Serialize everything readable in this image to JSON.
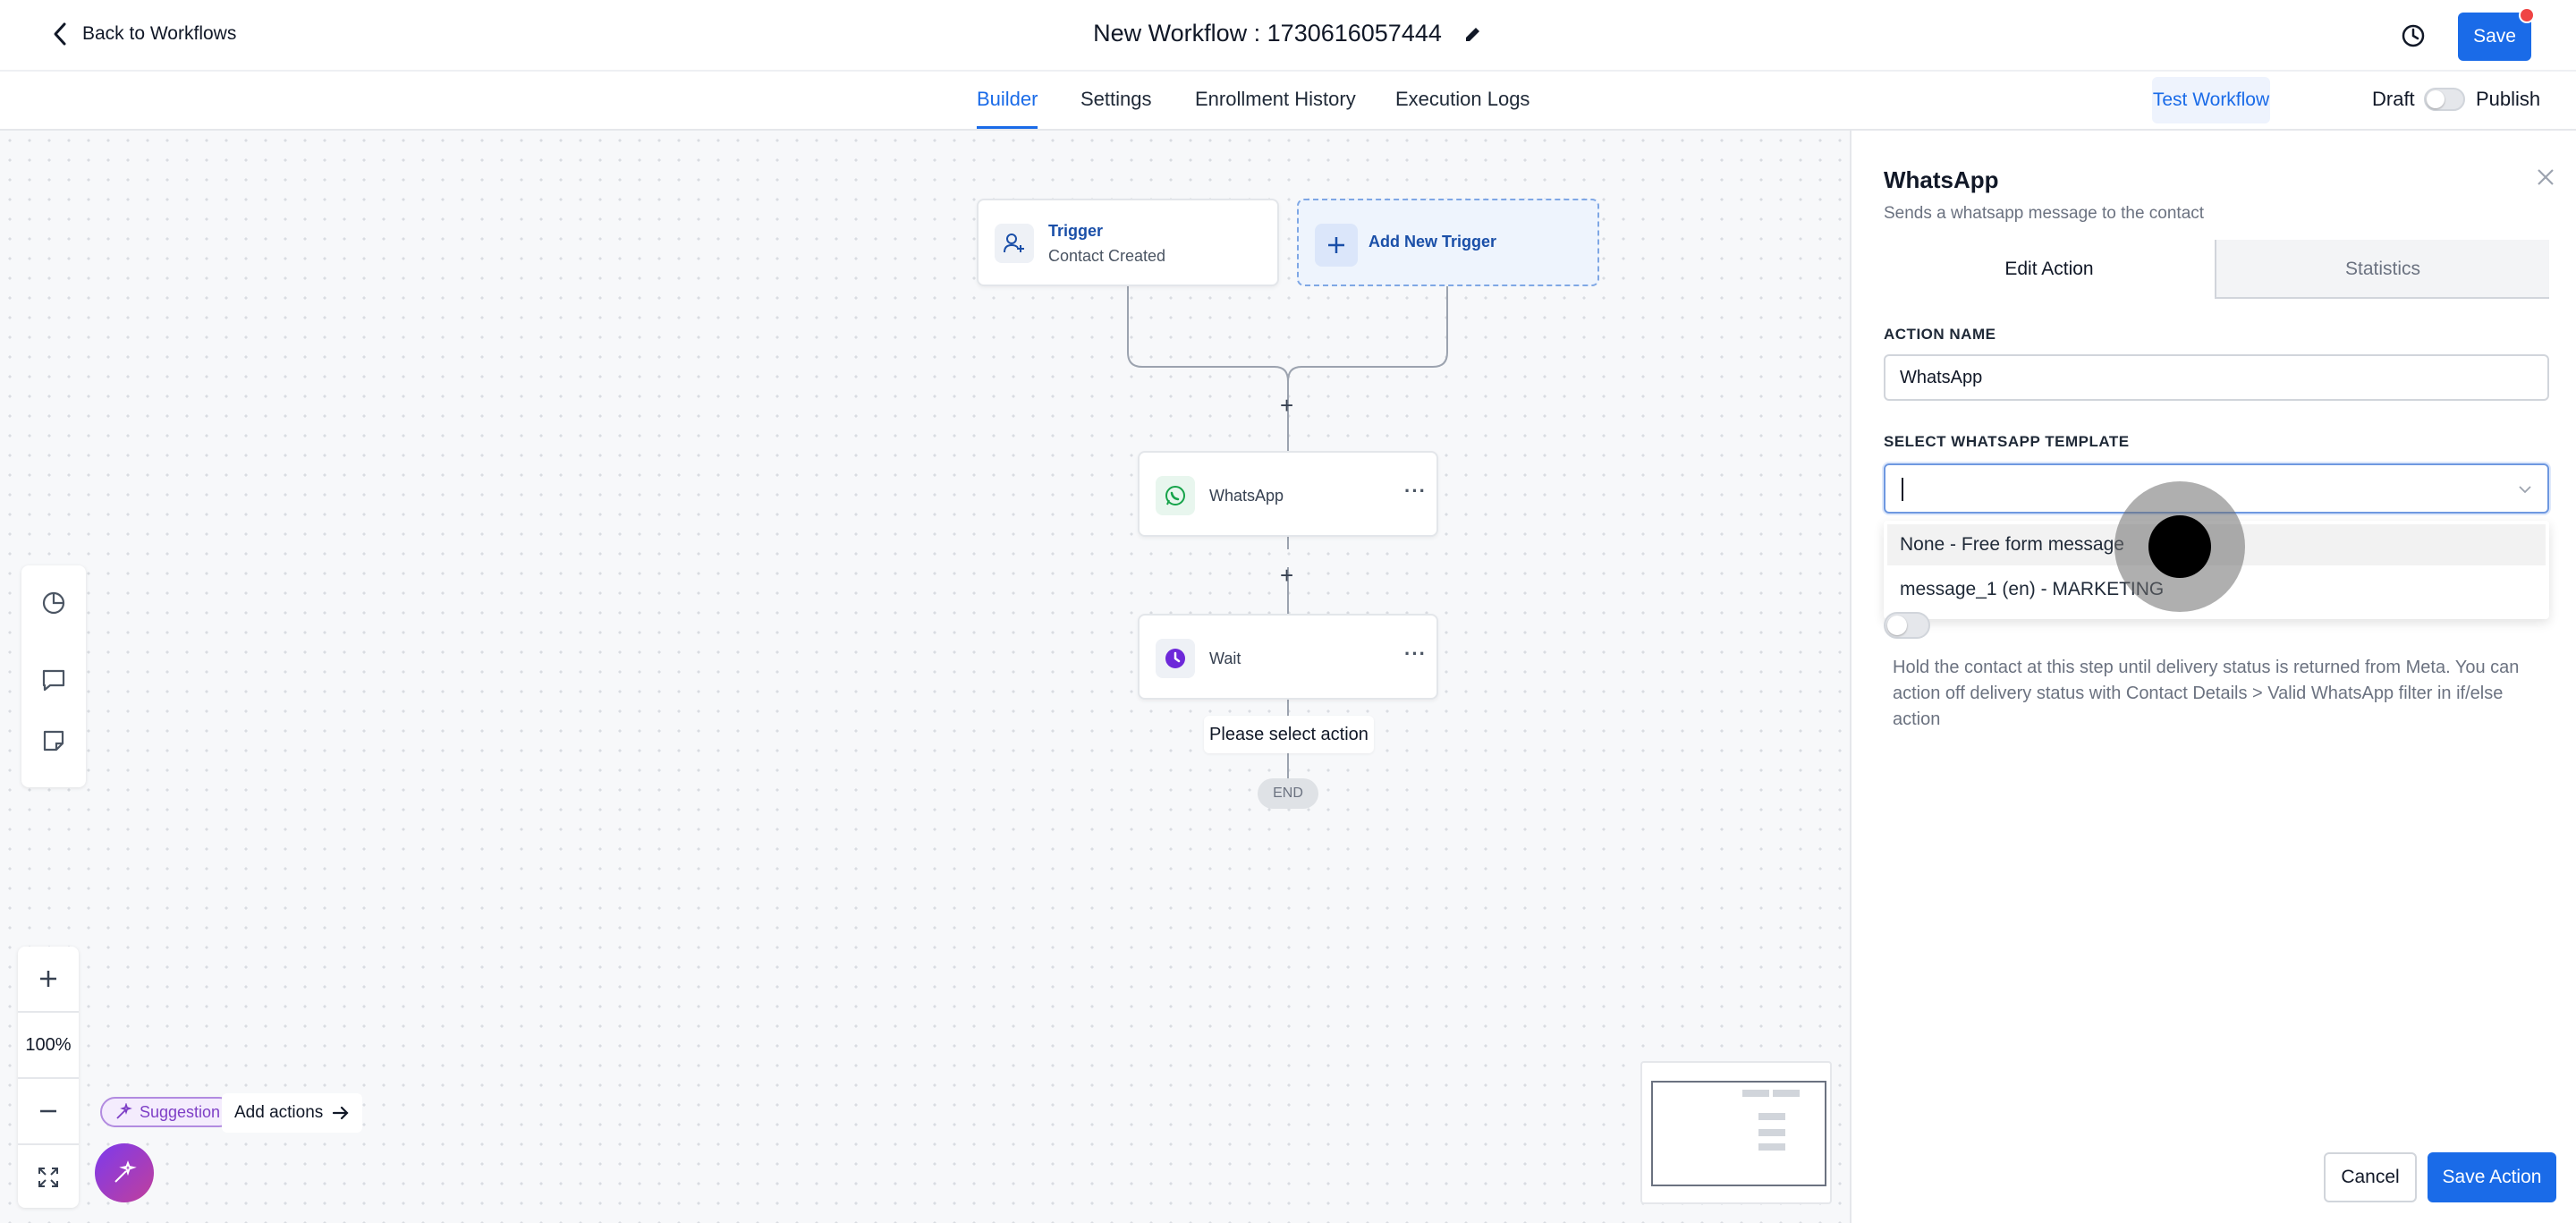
{
  "header": {
    "back_label": "Back to Workflows",
    "workflow_title": "New Workflow : 1730616057444",
    "save_label": "Save"
  },
  "tabs": [
    {
      "label": "Builder",
      "active": true
    },
    {
      "label": "Settings",
      "active": false
    },
    {
      "label": "Enrollment History",
      "active": false
    },
    {
      "label": "Execution Logs",
      "active": false
    }
  ],
  "actions_bar": {
    "test_label": "Test Workflow",
    "draft_label": "Draft",
    "publish_label": "Publish",
    "published": false
  },
  "canvas": {
    "trigger": {
      "title": "Trigger",
      "subtitle": "Contact Created"
    },
    "add_trigger_label": "Add New Trigger",
    "steps": [
      {
        "label": "WhatsApp",
        "icon": "whatsapp-icon"
      },
      {
        "label": "Wait",
        "icon": "clock-icon"
      }
    ],
    "hint_label": "Please select action",
    "end_label": "END",
    "zoom": "100%",
    "suggestion_label": "Suggestion",
    "add_actions_label": "Add actions"
  },
  "panel": {
    "title": "WhatsApp",
    "subtitle": "Sends a whatsapp message to the contact",
    "tabs": [
      "Edit Action",
      "Statistics"
    ],
    "action_name_label": "ACTION NAME",
    "action_name_value": "WhatsApp",
    "template_label": "SELECT WHATSAPP TEMPLATE",
    "template_options": [
      "None - Free form message",
      "message_1 (en) - MARKETING"
    ],
    "help_text": "Hold the contact at this step until delivery status is returned from Meta. You can action off delivery status with Contact Details > Valid WhatsApp filter in if/else action",
    "cancel_label": "Cancel",
    "save_action_label": "Save Action"
  },
  "colors": {
    "accent": "#1a6be8",
    "whatsapp": "#16a34a",
    "wait": "#6d28d9",
    "suggestion": "#7e3fc6"
  }
}
